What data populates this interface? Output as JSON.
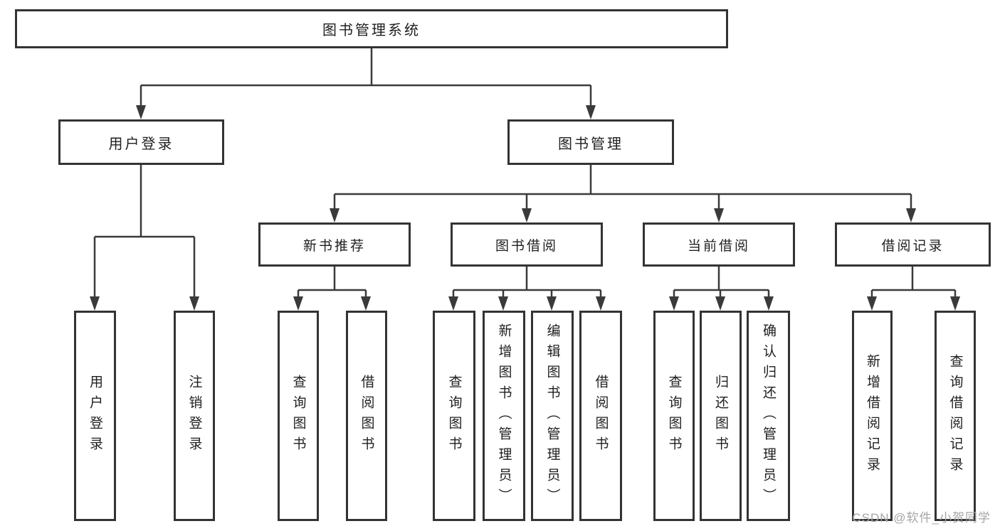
{
  "diagram": {
    "root": {
      "label": "图书管理系统"
    },
    "branches": [
      {
        "label": "用户登录",
        "children": [
          {
            "label": "用户登录"
          },
          {
            "label": "注销登录"
          }
        ]
      },
      {
        "label": "图书管理",
        "children": [
          {
            "label": "新书推荐",
            "children": [
              {
                "label": "查询图书"
              },
              {
                "label": "借阅图书"
              }
            ]
          },
          {
            "label": "图书借阅",
            "children": [
              {
                "label": "查询图书"
              },
              {
                "label": "新增图书（管理员）"
              },
              {
                "label": "编辑图书（管理员）"
              },
              {
                "label": "借阅图书"
              }
            ]
          },
          {
            "label": "当前借阅",
            "children": [
              {
                "label": "查询图书"
              },
              {
                "label": "归还图书"
              },
              {
                "label": "确认归还（管理员）"
              }
            ]
          },
          {
            "label": "借阅记录",
            "children": [
              {
                "label": "新增借阅记录"
              },
              {
                "label": "查询借阅记录"
              }
            ]
          }
        ]
      }
    ]
  },
  "watermark": {
    "text": "CSDN @软件_小贺同学"
  },
  "colors": {
    "line": "#3a3a3a",
    "box_border": "#333333",
    "text": "#1f1f1f",
    "watermark": "#a5a5a5",
    "background": "#ffffff"
  }
}
